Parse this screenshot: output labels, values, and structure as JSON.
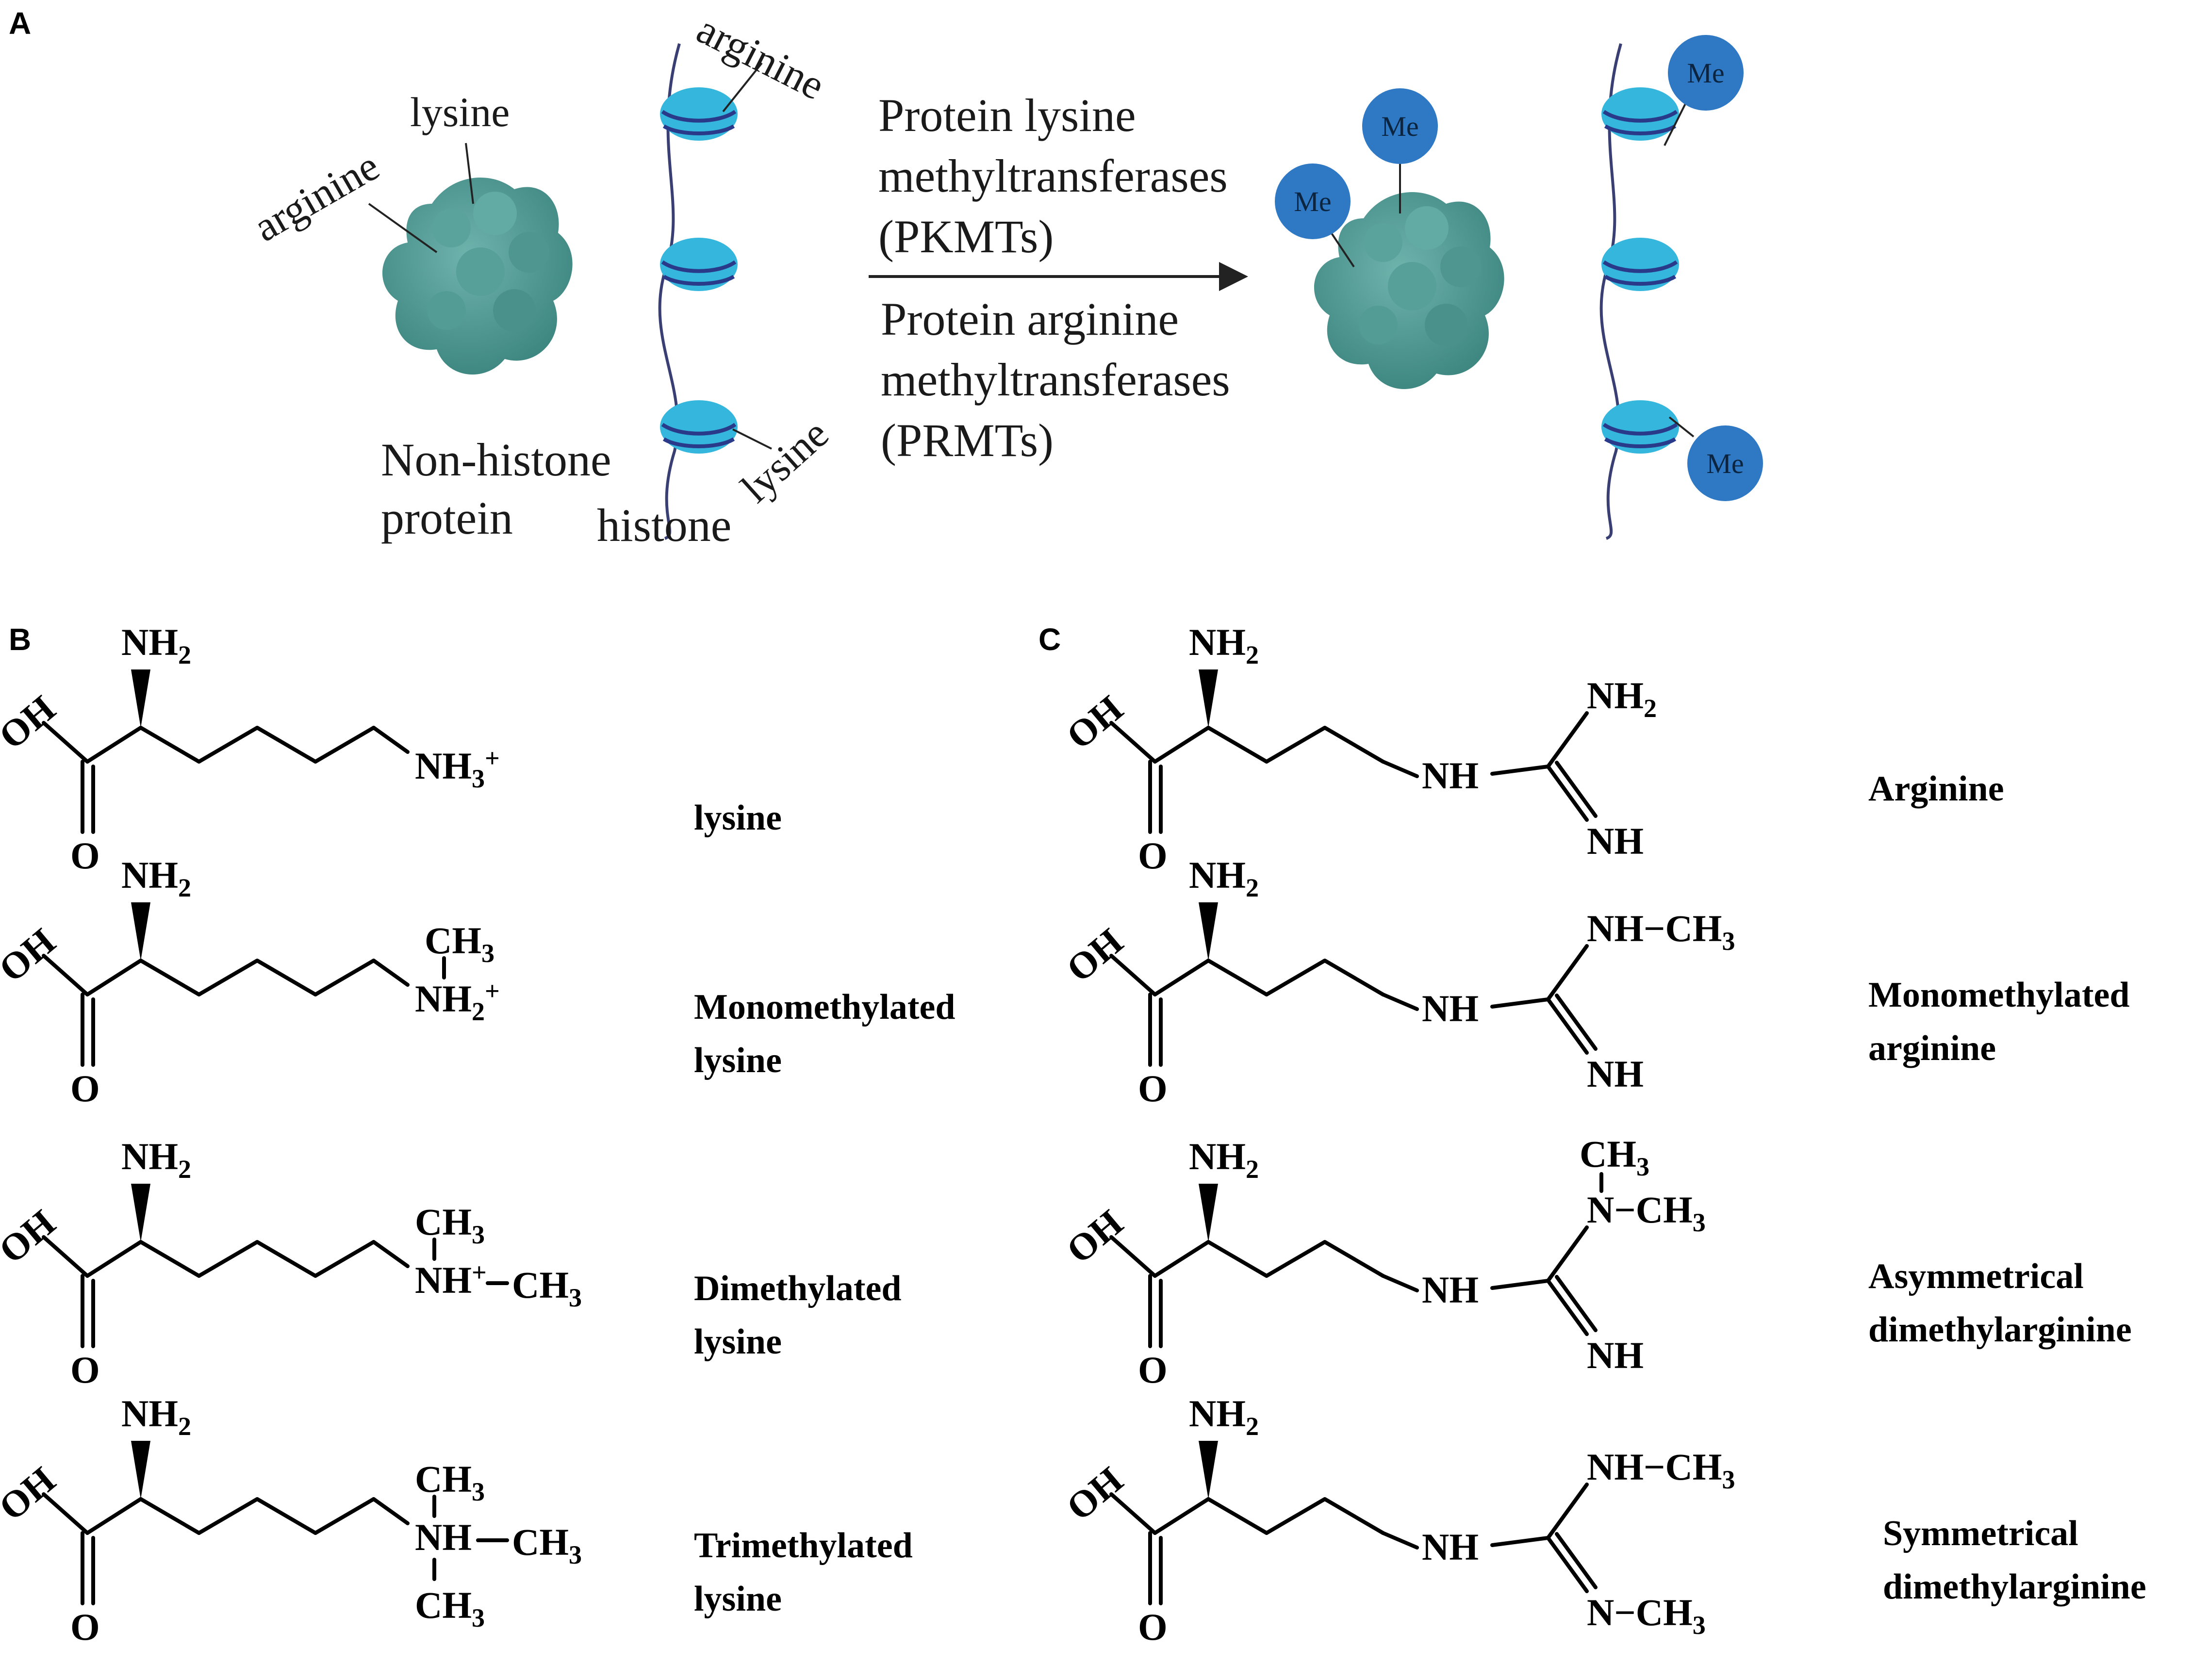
{
  "panels": {
    "a": "A",
    "b": "B",
    "c": "C"
  },
  "panel_a": {
    "nonhistone_label": [
      "Non-histone",
      "protein"
    ],
    "histone_label": "histone",
    "arginine": "arginine",
    "lysine": "lysine",
    "arrow_top": [
      "Protein lysine",
      "methyltransferases",
      "(PKMTs)"
    ],
    "arrow_bottom": [
      "Protein arginine",
      "methyltransferases",
      "(PRMTs)"
    ],
    "me": "Me",
    "colors": {
      "protein": "#4e9a93",
      "nucleosome": "#35b6dc",
      "dna": "#3a3f73",
      "me_circle": "#2f78c4"
    }
  },
  "panel_b": {
    "common": {
      "nh2": "NH",
      "nh2_sub": "2",
      "oh": "OH",
      "o": "O",
      "ch3": "CH",
      "ch3_sub": "3"
    },
    "rows": [
      {
        "name": [
          "lysine"
        ]
      },
      {
        "name": [
          "Monomethylated",
          "lysine"
        ]
      },
      {
        "name": [
          "Dimethylated",
          "lysine"
        ]
      },
      {
        "name": [
          "Trimethylated",
          "lysine"
        ]
      }
    ]
  },
  "panel_c": {
    "rows": [
      {
        "name": [
          "Arginine"
        ]
      },
      {
        "name": [
          "Monomethylated",
          "arginine"
        ]
      },
      {
        "name": [
          "Asymmetrical",
          "dimethylarginine"
        ]
      },
      {
        "name": [
          "Symmetrical",
          "dimethylarginine"
        ]
      }
    ]
  }
}
